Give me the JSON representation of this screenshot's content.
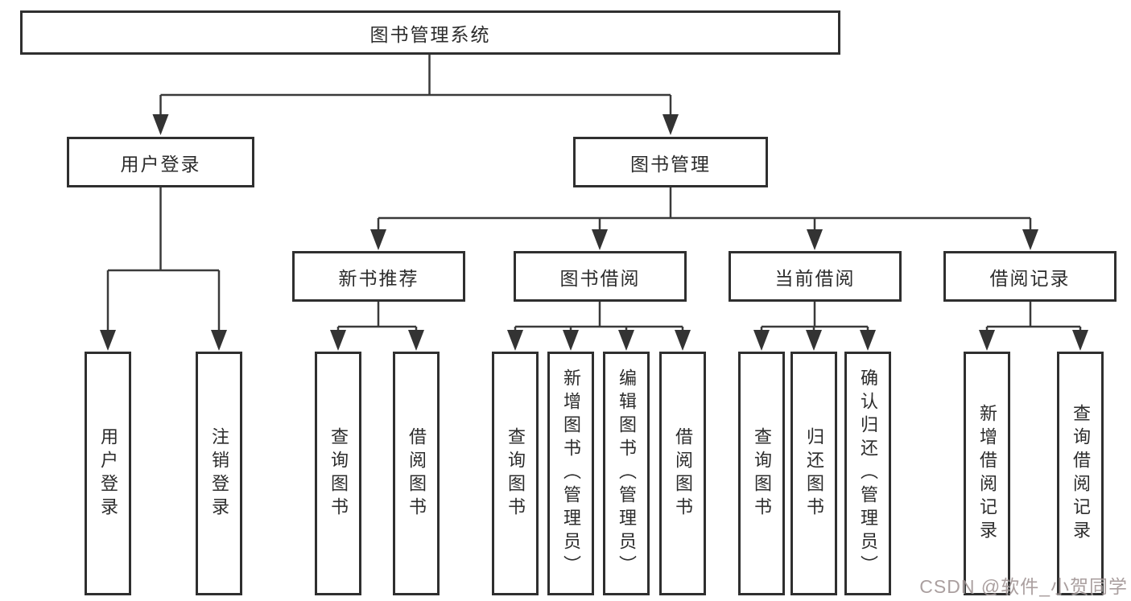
{
  "diagram": {
    "root": {
      "label": "图书管理系统"
    },
    "level1": [
      {
        "id": "user-login",
        "label": "用户登录"
      },
      {
        "id": "book-mgmt",
        "label": "图书管理"
      }
    ],
    "level2": [
      {
        "id": "new-book-recommend",
        "label": "新书推荐"
      },
      {
        "id": "book-borrow",
        "label": "图书借阅"
      },
      {
        "id": "current-borrow",
        "label": "当前借阅"
      },
      {
        "id": "borrow-records",
        "label": "借阅记录"
      }
    ],
    "leaves": {
      "user_login": [
        "用户登录",
        "注销登录"
      ],
      "new_book_recommend": [
        "查询图书",
        "借阅图书"
      ],
      "book_borrow": [
        "查询图书",
        "新增图书（管理员）",
        "编辑图书（管理员）",
        "借阅图书"
      ],
      "current_borrow": [
        "查询图书",
        "归还图书",
        "确认归还（管理员）"
      ],
      "borrow_records": [
        "新增借阅记录",
        "查询借阅记录"
      ]
    }
  },
  "watermark": "CSDN @软件_小贺同学",
  "colors": {
    "background": "#ffffff",
    "box_border": "#2f2f2f",
    "line": "#3a3a3a",
    "text": "#2c2c2c",
    "watermark": "#9c8f8f"
  }
}
